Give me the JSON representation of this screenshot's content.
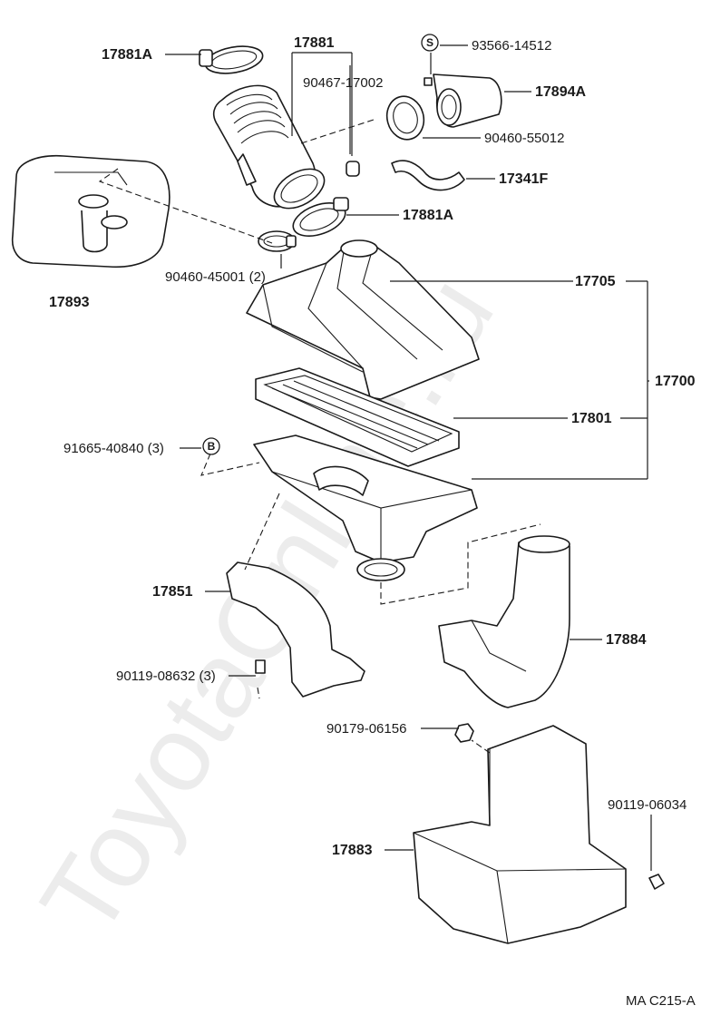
{
  "watermark": "ToyotaOnline.ru",
  "footer_code": "MA C215-A",
  "badges": {
    "s": "S",
    "b": "B"
  },
  "labels": {
    "p17881A_top": "17881A",
    "p17881": "17881",
    "p93566": "93566-14512",
    "p90467": "90467-17002",
    "p17894A": "17894A",
    "p90460_55012": "90460-55012",
    "p17341F": "17341F",
    "p17893": "17893",
    "p17881A_mid": "17881A",
    "p90460_45001": "90460-45001 (2)",
    "p17705": "17705",
    "p17700": "17700",
    "p17801": "17801",
    "p91665": "91665-40840 (3)",
    "p17851": "17851",
    "p17884": "17884",
    "p90119_08632": "90119-08632 (3)",
    "p90179": "90179-06156",
    "p90119_06034": "90119-06034",
    "p17883": "17883"
  }
}
